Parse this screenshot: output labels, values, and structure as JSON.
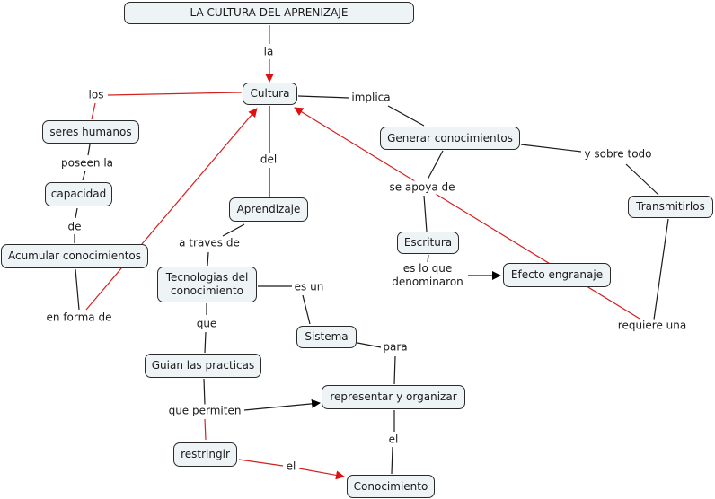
{
  "title": "LA CULTURA DEL APRENIZAJE",
  "colors": {
    "node_fill": "#eef3f5",
    "node_border": "#2a2a2a",
    "black_link": "#1a1a1a",
    "red_link": "#d42020"
  },
  "nodes": {
    "title": "LA CULTURA DEL APRENIZAJE",
    "cultura": "Cultura",
    "seres_humanos": "seres humanos",
    "capacidad": "capacidad",
    "acumular": "Acumular conocimientos",
    "generar": "Generar conocimientos",
    "transmitirlos": "Transmitirlos",
    "aprendizaje": "Aprendizaje",
    "escritura": "Escritura",
    "efecto": "Efecto engranaje",
    "tecnologias": "Tecnologias del conocimiento",
    "sistema": "Sistema",
    "guian": "Guian las practicas",
    "representar": "representar y organizar",
    "restringir": "restringir",
    "conocimiento": "Conocimiento"
  },
  "labels": {
    "la": "la",
    "los": "los",
    "implica": "implica",
    "poseen_la": "poseen la",
    "de": "de",
    "en_forma_de": "en forma de",
    "del": "del",
    "se_apoya_de": "se apoya de",
    "y_sobre_todo": "y sobre todo",
    "a_traves_de": "a traves de",
    "es_lo_que": "es lo que denominaron",
    "requiere_una": "requiere una",
    "es_un": "es un",
    "que": "que",
    "para": "para",
    "que_permiten": "que permiten",
    "el_1": "el",
    "el_2": "el"
  }
}
